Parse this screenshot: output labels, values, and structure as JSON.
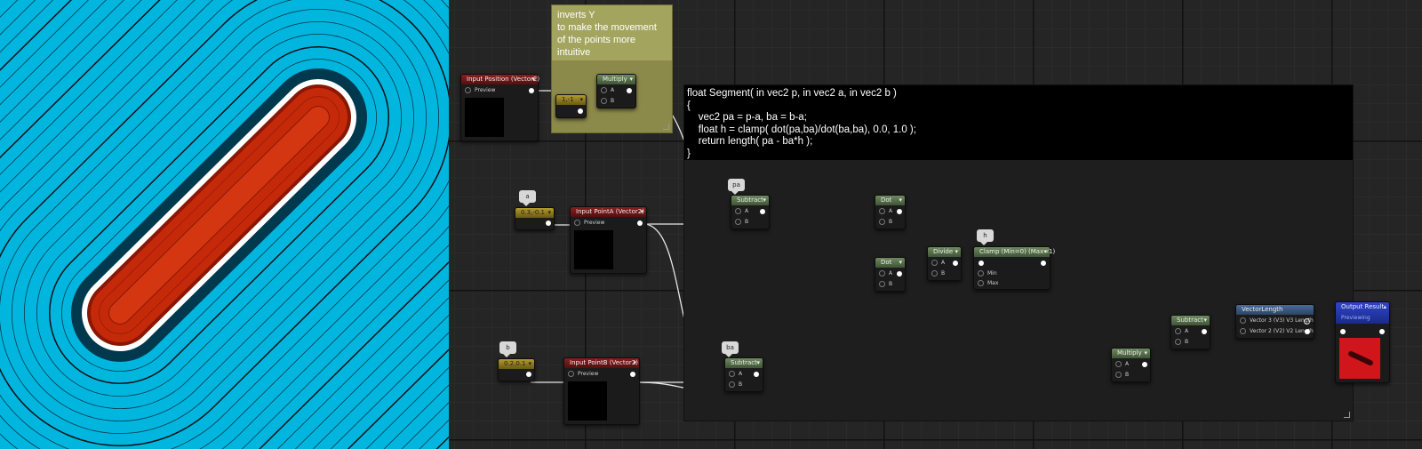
{
  "preview": {
    "desc_colors": {
      "background": "#00b6df",
      "shape": "#c42a0a",
      "outline": "#ffffff"
    }
  },
  "comments": {
    "invert_title": "inverts Y\nto make the movement\nof the points more\nintuitive",
    "code_text": "float Segment( in vec2 p, in vec2 a, in vec2 b )\n{\n    vec2 pa = p-a, ba = b-a;\n    float h = clamp( dot(pa,ba)/dot(ba,ba), 0.0, 1.0 );\n    return length( pa - ba*h );\n}"
  },
  "nodes": {
    "input_position": {
      "title": "Input Position (Vector2)",
      "pin": "Preview"
    },
    "const_invert": {
      "title": "1,-1"
    },
    "multiply_top": {
      "title": "Multiply",
      "a": "A",
      "b": "B"
    },
    "const_a": {
      "title": "0.3,-0.1",
      "badge": "a"
    },
    "input_point_a": {
      "title": "Input PointA (Vector2)",
      "pin": "Preview"
    },
    "const_b": {
      "title": "0.2,0.1",
      "badge": "b"
    },
    "input_point_b": {
      "title": "Input PointB (Vector2)",
      "pin": "Preview"
    },
    "subtract_pa": {
      "title": "Subtract",
      "badge": "pa",
      "a": "A",
      "b": "B"
    },
    "subtract_ba": {
      "title": "Subtract",
      "badge": "ba",
      "a": "A",
      "b": "B"
    },
    "dot1": {
      "title": "Dot",
      "a": "A",
      "b": "B"
    },
    "dot2": {
      "title": "Dot",
      "a": "A",
      "b": "B"
    },
    "divide": {
      "title": "Divide",
      "a": "A",
      "b": "B"
    },
    "clamp": {
      "title": "Clamp (Min=0) (Max=1)",
      "badge": "h",
      "min": "Min",
      "max": "Max"
    },
    "multiply_bottom": {
      "title": "Multiply",
      "a": "A",
      "b": "B"
    },
    "subtract_final": {
      "title": "Subtract",
      "a": "A",
      "b": "B"
    },
    "vector_length": {
      "title": "VectorLength",
      "v3": "Vector 3 (V3) V3 Length",
      "v2": "Vector 2 (V2) V2 Length"
    },
    "output_result": {
      "title": "Output Result",
      "sub": "Previewing"
    }
  }
}
